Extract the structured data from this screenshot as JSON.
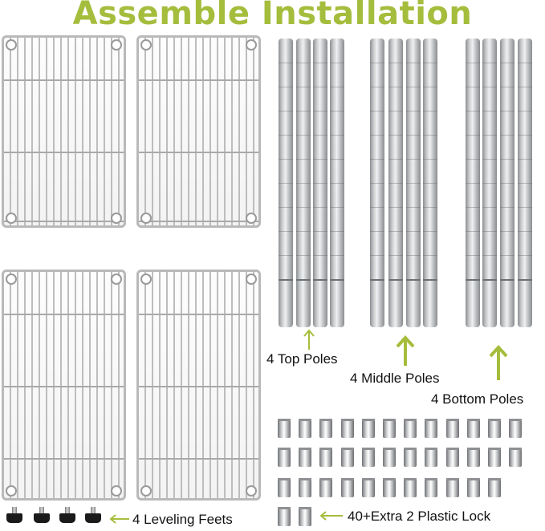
{
  "title": "Assemble Installation",
  "labels": {
    "top_poles": "4 Top Poles",
    "middle_poles": "4 Middle Poles",
    "bottom_poles": "4 Bottom Poles",
    "leveling_feet": "4 Leveling Feets",
    "plastic_lock": "40+Extra 2 Plastic Lock"
  },
  "colors": {
    "title": "#a5bd3c",
    "arrow": "#a5bd3c",
    "text": "#111111"
  },
  "icons": {
    "arrow": "arrow-up-icon",
    "arrow_left": "arrow-left-icon"
  }
}
